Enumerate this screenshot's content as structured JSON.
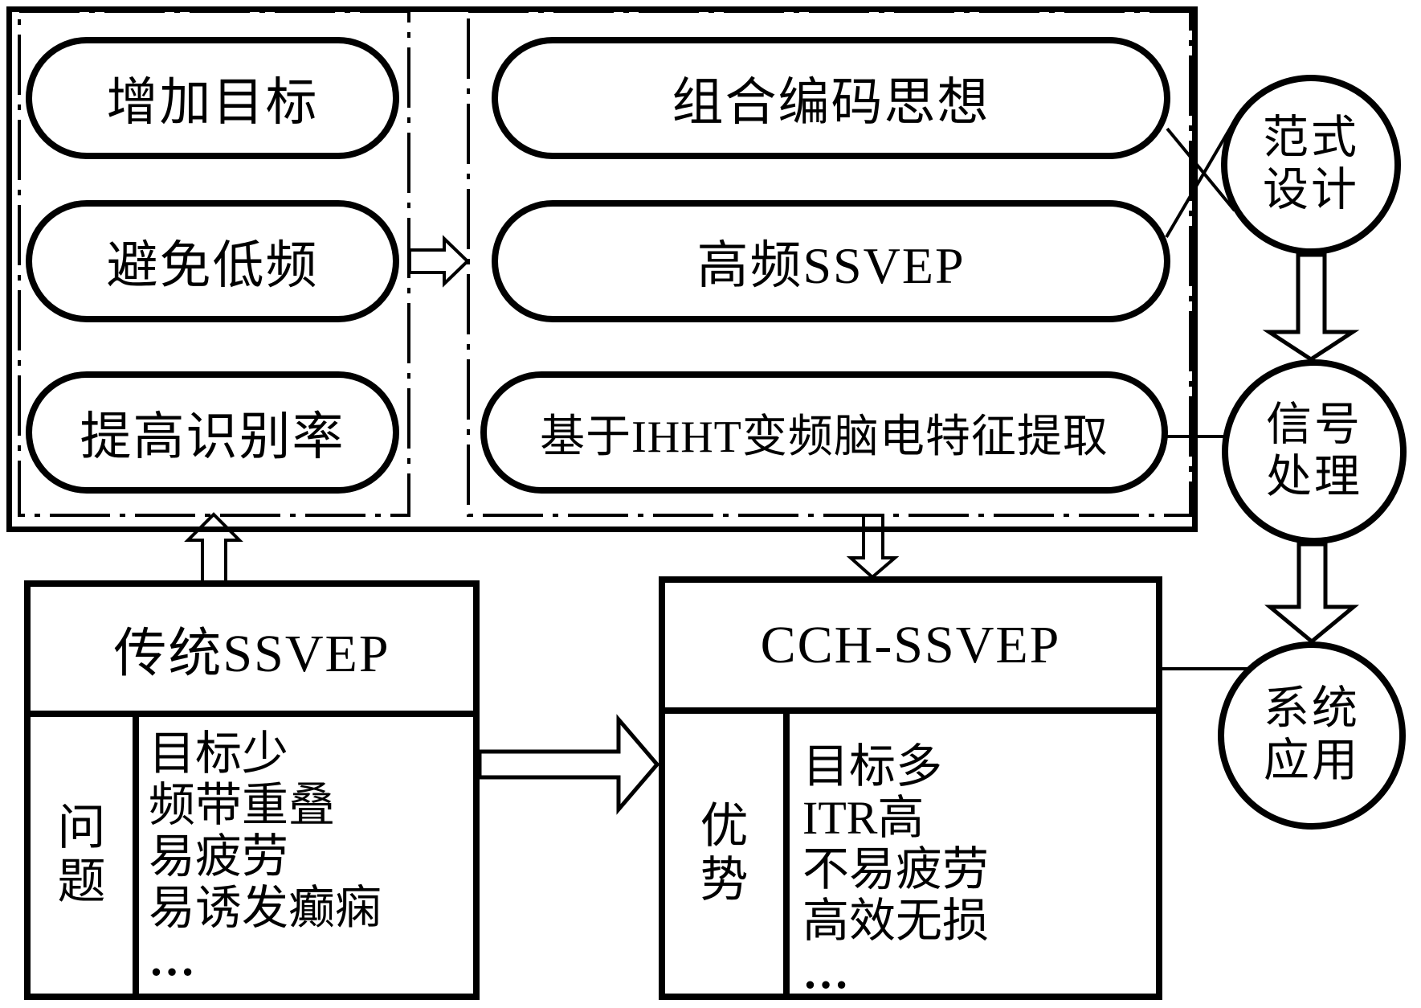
{
  "diagram": {
    "top_panel": {
      "left_goals": [
        "增加目标",
        "避免低频",
        "提高识别率"
      ],
      "right_methods": [
        "组合编码思想",
        "高频SSVEP",
        "基于IHHT变频脑电特征提取"
      ]
    },
    "circles": [
      {
        "line1": "范式",
        "line2": "设计"
      },
      {
        "line1": "信号",
        "line2": "处理"
      },
      {
        "line1": "系统",
        "line2": "应用"
      }
    ],
    "traditional": {
      "title": "传统SSVEP",
      "row_label": "问题",
      "items": [
        "目标少",
        "频带重叠",
        "易疲劳",
        "易诱发癫痫",
        "…"
      ]
    },
    "cch": {
      "title": "CCH-SSVEP",
      "row_label": "优势",
      "items": [
        "目标多",
        "ITR高",
        "不易疲劳",
        "高效无损",
        "…"
      ]
    },
    "colors": {
      "ink": "#000000",
      "background": "#ffffff"
    }
  }
}
